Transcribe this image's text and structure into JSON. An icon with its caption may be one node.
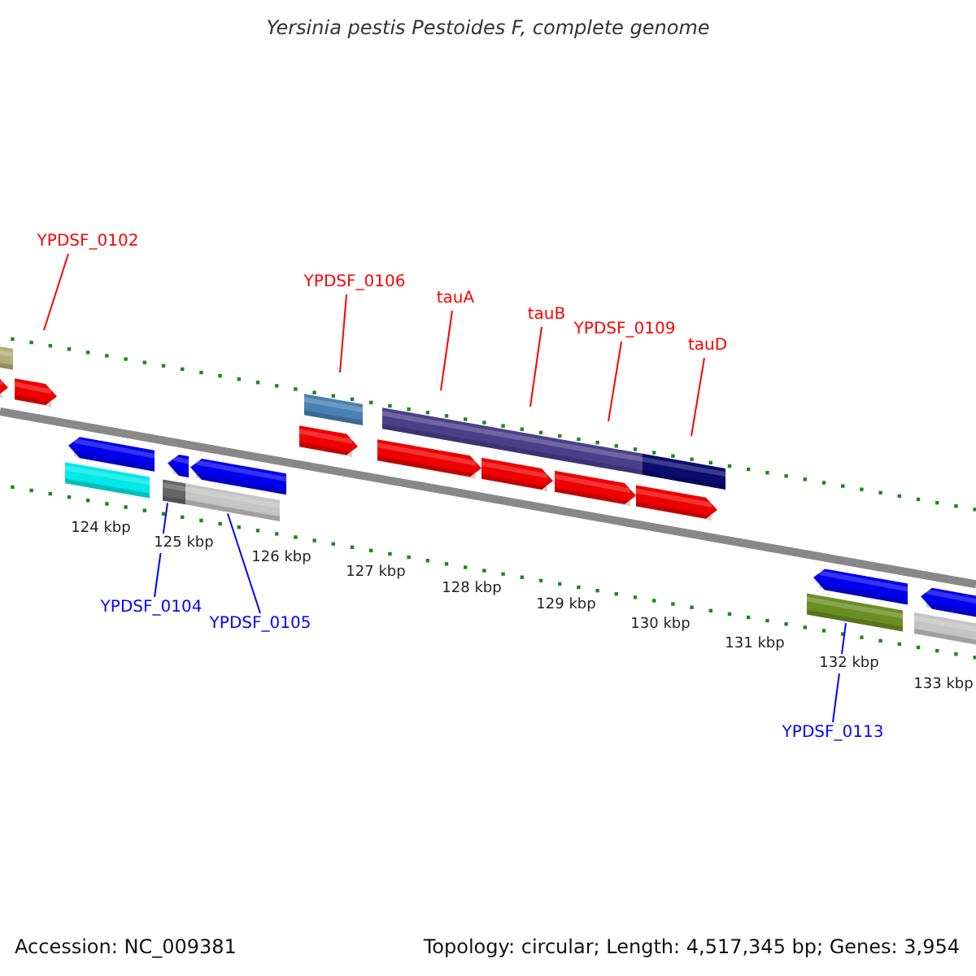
{
  "diagram": {
    "title": "Yersinia pestis Pestoides F, complete genome",
    "nodes": [
      {
        "text": [
          "YPDSF_0102"
        ]
      },
      {
        "text": [
          "YPDSF_0106"
        ]
      },
      {
        "text": [
          "tauA"
        ]
      },
      {
        "text": [
          "tauB"
        ]
      },
      {
        "text": [
          "YPDSF_0109"
        ]
      },
      {
        "text": [
          "tauD"
        ]
      },
      {
        "text": [
          "YPDSF_0104"
        ]
      },
      {
        "text": [
          "YPDSF_0105"
        ]
      },
      {
        "text": [
          "YPDSF_0113"
        ]
      },
      {
        "text": [],
        "shape": "box"
      },
      {
        "text": [],
        "shape": "box"
      },
      {
        "text": [],
        "shape": "box"
      }
    ],
    "edges": [
      {
        "from": 0,
        "to": null,
        "arrow": "none"
      },
      {
        "from": 1,
        "to": null,
        "arrow": "none"
      },
      {
        "from": 2,
        "to": null,
        "arrow": "none"
      },
      {
        "from": 3,
        "to": null,
        "arrow": "none"
      },
      {
        "from": 4,
        "to": null,
        "arrow": "none"
      },
      {
        "from": 5,
        "to": null,
        "arrow": "none"
      },
      {
        "from": 6,
        "to": 9,
        "arrow": "none",
        "color": "#0000ff"
      },
      {
        "from": 7,
        "to": 10,
        "arrow": "none",
        "color": "#0000ff"
      },
      {
        "from": 8,
        "to": 11,
        "arrow": "none",
        "color": "#0000ff"
      }
    ],
    "labels": [
      "124 kbp",
      "125 kbp",
      "126 kbp",
      "127 kbp",
      "128 kbp",
      "129 kbp",
      "130 kbp",
      "131 kbp",
      "132 kbp",
      "133 kbp",
      "Accession: NC_009381",
      "Topology: circular; Length: 4,517,345 bp; Genes: 3,954"
    ]
  }
}
